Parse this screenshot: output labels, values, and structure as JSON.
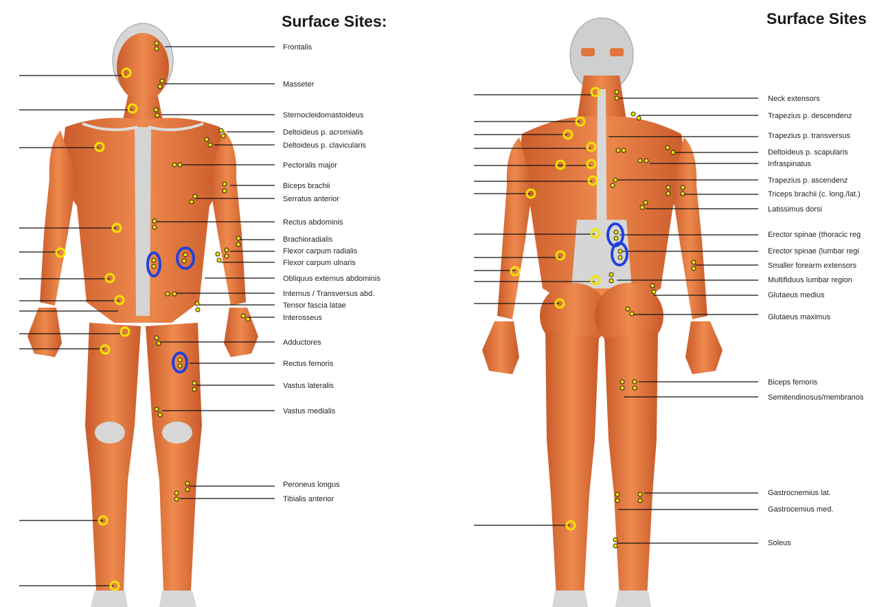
{
  "front": {
    "title": "Surface Sites:",
    "labels": [
      "Frontalis",
      "Masseter",
      "Sternocleidomastoideus",
      "Deltoideus p. acromialis",
      "Deltoideus p. clavicularis",
      "Pectoralis major",
      "Biceps brachii",
      "Serratus anterior",
      "Rectus abdominis",
      "Brachioradialis",
      "Flexor carpum radialis",
      "Flexor carpum ulnaris",
      "Obliquus externus abdominis",
      "Internus / Transversus abd.",
      "Tensor fascia latae",
      "Interosseus",
      "Adductores",
      "Rectus femoris",
      "Vastus lateralis",
      "Vastus medialis",
      "Peroneus longus",
      "Tibialis anterior"
    ]
  },
  "back": {
    "title": "Surface Sites",
    "labels": [
      "Neck extensors",
      "Trapezius p. descendenz",
      "Trapezius p. transversus",
      "Deltoideus p. scapularis",
      "Infraspinatus",
      "Trapezius p. ascendenz",
      "Triceps brachii (c. long./lat.)",
      "Latissimus dorsi",
      "Erector spinae (thoracic reg",
      "Erector spinae (lumbar regi",
      "Smaller forearm extensors",
      "Multifiduus lumbar region",
      "Glutaeus medius",
      "Glutaeus maximus",
      "Biceps femoris",
      "Semitendinosus/membranos",
      "Gastrocnemius lat.",
      "Gastrocemius med.",
      "Soleus"
    ]
  },
  "colors": {
    "muscle": "#e0763e",
    "muscle_dark": "#b9522a",
    "tendon": "#c9c9c9",
    "site_ring": "#f3e300",
    "site_dot": "#f3e300",
    "highlight_ring": "#2440d8",
    "line": "#111111"
  }
}
